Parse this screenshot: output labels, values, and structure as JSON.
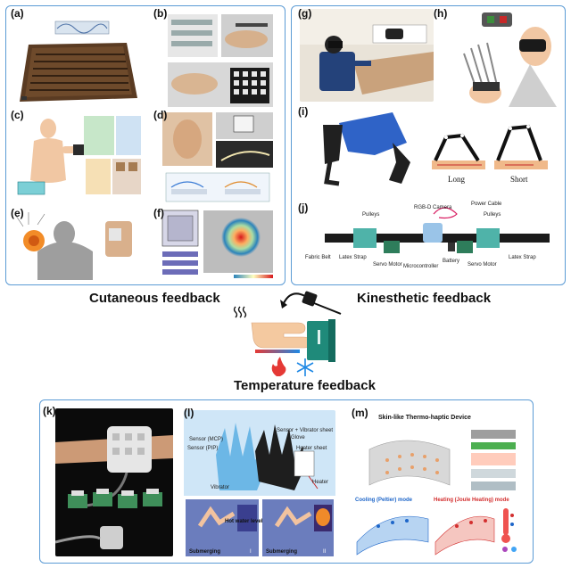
{
  "captions": {
    "cutaneous": "Cutaneous feedback",
    "kinesthetic": "Kinesthetic feedback",
    "temperature": "Temperature feedback"
  },
  "panel_labels": {
    "a": "(a)",
    "b": "(b)",
    "c": "(c)",
    "d": "(d)",
    "e": "(e)",
    "f": "(f)",
    "g": "(g)",
    "h": "(h)",
    "i": "(i)",
    "j": "(j)",
    "k": "(k)",
    "l": "(l)",
    "m": "(m)"
  },
  "panel_i": {
    "long": "Long",
    "short": "Short"
  },
  "panel_j": {
    "rgbd_camera": "RGB-D Camera",
    "power_cable": "Power Cable",
    "pulleys_left": "Pulleys",
    "pulleys_right": "Pulleys",
    "fabric_belt": "Fabric Belt",
    "latex_strap_left": "Latex Strap",
    "servo_motor_left": "Servo Motor",
    "microcontroller": "Microcontroller",
    "battery": "Battery",
    "servo_motor_right": "Servo Motor",
    "latex_strap_right": "Latex Strap"
  },
  "panel_l": {
    "sensor_mcp": "Sensor (MCP)",
    "sensor_pip": "Sensor (PIP)",
    "sensor_vibrator_sheet": "Sensor + Vibrator sheet",
    "glove": "Glove",
    "heater_sheet": "Heater sheet",
    "heater": "Heater",
    "vibrator": "Vibrator",
    "hot_water_level": "Hot water level",
    "submerging_1": "Submerging",
    "submerging_2": "Submerging",
    "roman_1": "I",
    "roman_2": "II"
  },
  "panel_m": {
    "title": "Skin-like Thermo-haptic Device",
    "cooling_mode": "Cooling (Peltier) mode",
    "heating_mode": "Heating (Joule Heating) mode"
  },
  "colors": {
    "frame_blue": "#5b9bd5",
    "hand_skin": "#f4c9a0",
    "sleeve_teal": "#1f8a7a",
    "heat_red": "#e53935",
    "cold_blue": "#1e88e5"
  },
  "icons": {
    "vibration": "vibration-lines-icon",
    "flame": "flame-icon",
    "snowflake": "snowflake-icon",
    "rotate_arrow": "curved-arrow-icon"
  }
}
